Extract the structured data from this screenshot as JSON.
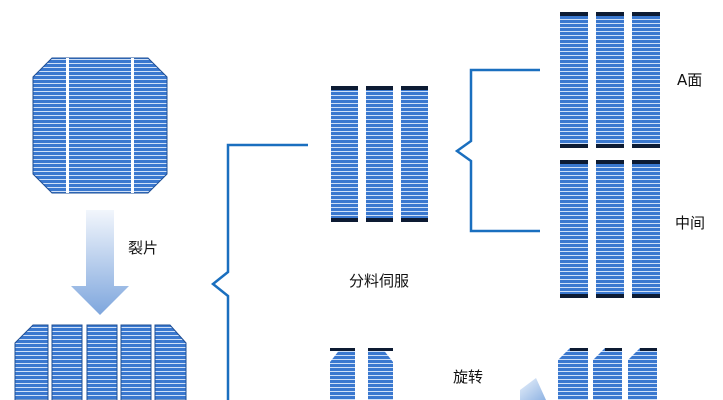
{
  "labels": {
    "split": "裂片",
    "sort_servo": "分料伺服",
    "rotate": "旋转",
    "face_a": "A面",
    "middle": "中间"
  },
  "colors": {
    "cell_blue": "#3a78cf",
    "cell_line": "#cfe0f7",
    "cell_edge": "#1f4f95",
    "bus_bar": "#0d1b33",
    "bracket": "#1a6fbf",
    "arrow_top": "#e9f1fb",
    "arrow_bottom": "#7ea6dd"
  }
}
